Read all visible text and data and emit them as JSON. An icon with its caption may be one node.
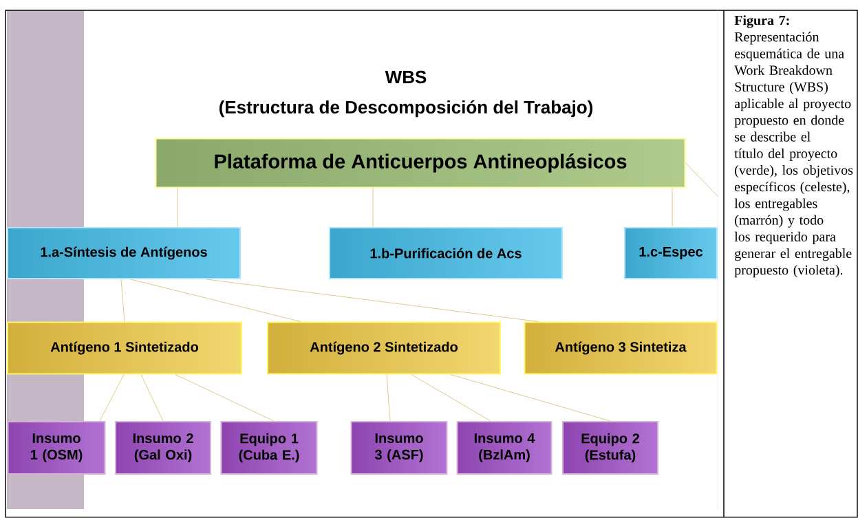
{
  "diagram": {
    "title": "WBS",
    "caption": "**Figura 7:** Representación esquemática de una Work Breakdown Structure (WBS) aplicable al proyecto propuesto en donde se describe el título del proyecto (verde), los objetivos específicos (celeste), los entregables (marrón) y todo los requerido para generar el entregable propuesto (violeta).",
    "nodes": [
      {
        "text": [
          "Plataforma de Anticuerpos Antineoplásicos"
        ]
      },
      {
        "text": [
          "1.a-Síntesis de Antígenos"
        ]
      },
      {
        "text": [
          "1.b-Purificación de Acs"
        ]
      },
      {
        "text": [
          "1.c-Espec"
        ]
      },
      {
        "text": [
          "Antígeno 1 Sintetizado"
        ]
      },
      {
        "text": [
          "Antígeno 2 Sintetizado"
        ]
      },
      {
        "text": [
          "Antígeno 3 Sintetiza"
        ]
      },
      {
        "text": [
          "Insumo 1 (OSM)"
        ]
      },
      {
        "text": [
          "Insumo 2 (Gal Oxi)"
        ]
      },
      {
        "text": [
          "Equipo 1 (Cuba E.)"
        ]
      },
      {
        "text": [
          "Insumo 3 (ASF)"
        ]
      },
      {
        "text": [
          "Insumo 4 (BzlAm)"
        ]
      },
      {
        "text": [
          "Equipo 2 (Estufa)"
        ]
      }
    ],
    "edges": [
      {
        "from": 0,
        "to": 1,
        "arrow": "none"
      },
      {
        "from": 0,
        "to": 2,
        "arrow": "none"
      },
      {
        "from": 0,
        "to": 3,
        "arrow": "none"
      },
      {
        "from": 0,
        "to": null,
        "arrow": "none"
      },
      {
        "from": 1,
        "to": 4,
        "arrow": "none"
      },
      {
        "from": 1,
        "to": 5,
        "arrow": "none"
      },
      {
        "from": 1,
        "to": 6,
        "arrow": "none"
      },
      {
        "from": 4,
        "to": 7,
        "arrow": "none"
      },
      {
        "from": 4,
        "to": 8,
        "arrow": "none"
      },
      {
        "from": 4,
        "to": 9,
        "arrow": "none"
      },
      {
        "from": 5,
        "to": 10,
        "arrow": "none"
      },
      {
        "from": 5,
        "to": 11,
        "arrow": "none"
      },
      {
        "from": 5,
        "to": 12,
        "arrow": "none"
      }
    ],
    "labels": [
      "(Estructura de Descomposición del Trabajo)"
    ]
  }
}
